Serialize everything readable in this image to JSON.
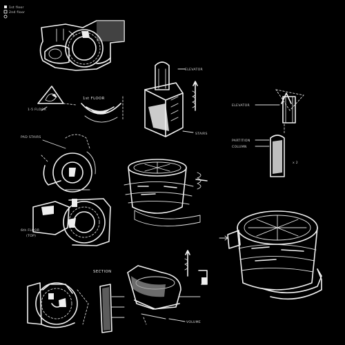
{
  "legend": {
    "items": [
      {
        "label": "1st floor",
        "marker": "filled-square"
      },
      {
        "label": "2nd floor",
        "marker": "hatched-square"
      },
      {
        "label": "",
        "marker": "circle"
      }
    ]
  },
  "labels": {
    "elevator_top": "ELEVATOR",
    "stairs": "STAIRS",
    "first_floor": "1st FLOOR",
    "first_to_fifth": "1-5 FLOOR",
    "pad_stairs": "PAD STAIRS",
    "sixth_floor_line1": "6th FLOOR",
    "sixth_floor_line2": "(TOP)",
    "section": "SECTION",
    "volume": "VOLUME",
    "elevator_right": "ELEVATOR",
    "partition": "PARTITION",
    "column": "COLUMN",
    "column_count": "x 2"
  },
  "colors": {
    "background": "#000000",
    "ink": "#f2f2f2"
  }
}
